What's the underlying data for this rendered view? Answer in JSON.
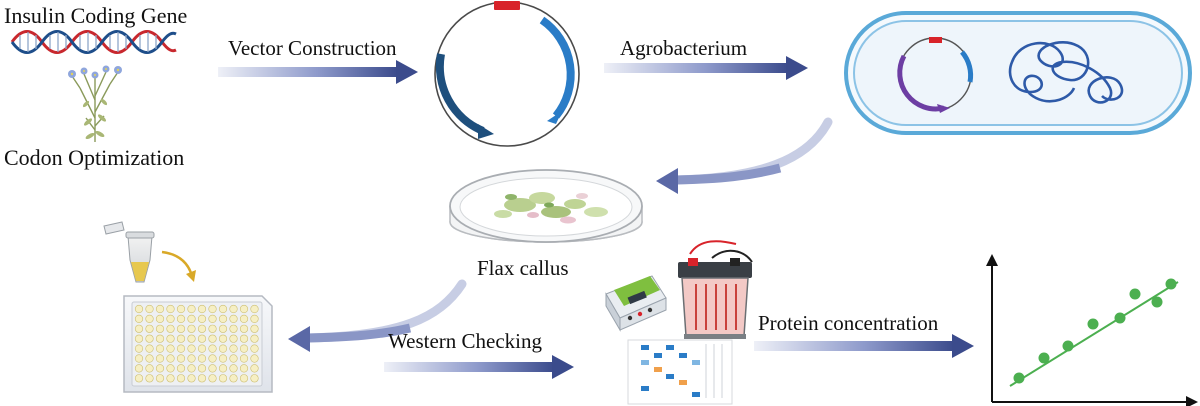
{
  "labels": {
    "insulin_gene": "Insulin Coding Gene",
    "codon_optimization": "Codon Optimization",
    "vector_construction": "Vector Construction",
    "agrobacterium": "Agrobacterium",
    "flax_callus": "Flax callus",
    "western_checking": "Western Checking",
    "protein_concentration": "Protein concentration"
  },
  "colors": {
    "arrow_dark": "#3b4b8c",
    "arrow_light": "#e6e9f3",
    "plasmid_blue": "#2a7cc7",
    "plasmid_dark": "#1e4f7d",
    "plasmid_purple": "#6d3ea3",
    "marker_red": "#d8232a",
    "dna_red": "#c8282e",
    "dna_blue": "#1e4e8a",
    "cell_border": "#5aa9d8",
    "cell_fill": "#eef5fb",
    "callus_green": "#b9cf8f",
    "plot_green": "#4caf50",
    "tube_yellow": "#e7c84f"
  }
}
